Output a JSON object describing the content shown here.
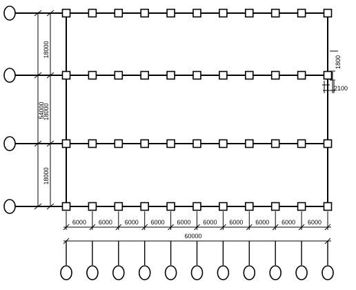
{
  "colors": {
    "background": "#ffffff",
    "line": "#000000"
  },
  "grid": {
    "rows": 4,
    "columns": 11,
    "column_spacing_mm": 6000,
    "row_spacing_mm": 18000
  },
  "dimensions": {
    "bottom_spans": [
      "6000",
      "6000",
      "6000",
      "6000",
      "6000",
      "6000",
      "6000",
      "6000",
      "6000",
      "6000"
    ],
    "bottom_total": "60000",
    "left_spans": [
      "18000",
      "18000",
      "18000"
    ],
    "left_total": "54000",
    "column_detail_height": "1800",
    "column_detail_width": "2100"
  },
  "axis_bubbles": {
    "left_count": 4,
    "bottom_count": 11
  }
}
